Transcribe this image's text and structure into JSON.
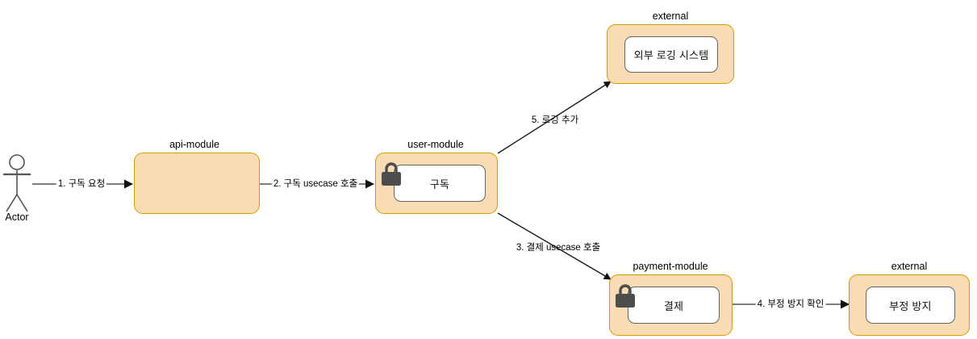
{
  "diagram": {
    "type": "component-interaction-diagram",
    "colors": {
      "module_fill": "#f9dcb4",
      "module_border": "#d79b00",
      "component_fill": "#ffffff",
      "component_border": "#666666",
      "line": "#555555",
      "diagonal_line": "#1a1a1a",
      "lock": "#4d4d4d",
      "text": "#000000"
    },
    "actor": {
      "label": "Actor",
      "icon": "actor-stick-figure"
    },
    "modules": [
      {
        "id": "api-module",
        "title": "api-module",
        "components": []
      },
      {
        "id": "user-module",
        "title": "user-module",
        "components": [
          {
            "label": "구독",
            "icon": "lock-icon"
          }
        ]
      },
      {
        "id": "external-logging",
        "title": "external",
        "components": [
          {
            "label": "외부 로깅 시스템",
            "icon": null
          }
        ]
      },
      {
        "id": "payment-module",
        "title": "payment-module",
        "components": [
          {
            "label": "결제",
            "icon": "lock-icon"
          }
        ]
      },
      {
        "id": "external-fraud",
        "title": "external",
        "components": [
          {
            "label": "부정 방지",
            "icon": null
          }
        ]
      }
    ],
    "edges": [
      {
        "id": "e1",
        "label": "1. 구독 요청",
        "from": "actor",
        "to": "api-module"
      },
      {
        "id": "e2",
        "label": "2. 구독 usecase 호출",
        "from": "api-module",
        "to": "user-module"
      },
      {
        "id": "e3",
        "label": "3. 결제 usecase 호출",
        "from": "user-module",
        "to": "payment-module"
      },
      {
        "id": "e4",
        "label": "4. 부정 방지 확인",
        "from": "payment-module",
        "to": "external-fraud"
      },
      {
        "id": "e5",
        "label": "5. 로깅 추가",
        "from": "user-module",
        "to": "external-logging"
      }
    ]
  }
}
